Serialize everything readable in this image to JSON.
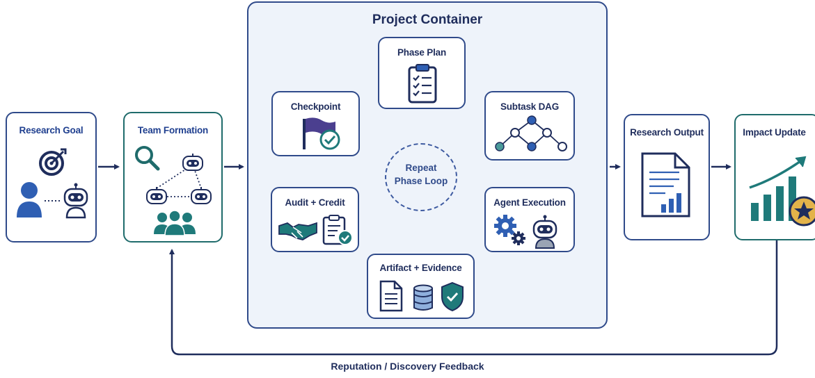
{
  "diagram": {
    "container_title": "Project Container",
    "loop_label_line1": "Repeat",
    "loop_label_line2": "Phase Loop",
    "feedback_label": "Reputation / Discovery Feedback",
    "nodes": {
      "research_goal": "Research Goal",
      "team_formation": "Team Formation",
      "phase_plan": "Phase Plan",
      "subtask_dag": "Subtask DAG",
      "agent_execution": "Agent Execution",
      "artifact_evidence": "Artifact + Evidence",
      "audit_credit": "Audit + Credit",
      "checkpoint": "Checkpoint",
      "research_output": "Research Output",
      "impact_update": "Impact Update"
    },
    "colors": {
      "navy": "#1f2d5c",
      "blue": "#2f5fb3",
      "teal": "#1f7a7a",
      "purple": "#4b3f8f",
      "gold": "#e3b34a"
    }
  }
}
